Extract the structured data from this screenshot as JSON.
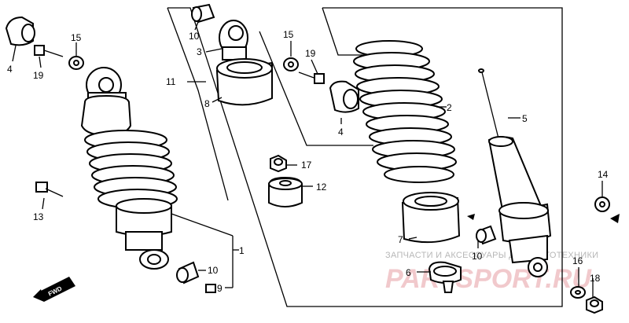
{
  "callouts": {
    "c1": "1",
    "c2": "2",
    "c3": "3",
    "c4a": "4",
    "c4b": "4",
    "c5": "5",
    "c6": "6",
    "c7": "7",
    "c8": "8",
    "c9": "9",
    "c10a": "10",
    "c10b": "10",
    "c10c": "10",
    "c11": "11",
    "c12": "12",
    "c13": "13",
    "c14": "14",
    "c15a": "15",
    "c15b": "15",
    "c16": "16",
    "c17": "17",
    "c18": "18",
    "c19a": "19",
    "c19b": "19"
  },
  "fwd_label": "FWD",
  "watermark": {
    "caption": "ЗАПЧАСТИ И АКСЕССУАРЫ ДЛЯ МОТОТЕХНИКИ",
    "brand": "PARTSPORT.RU"
  }
}
